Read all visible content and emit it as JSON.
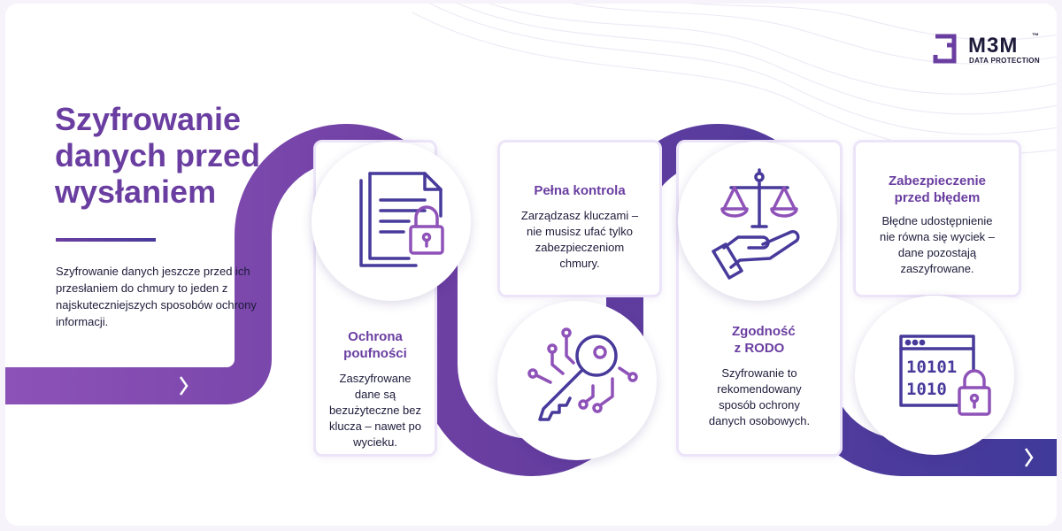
{
  "brand": {
    "name": "M3M",
    "trademark": "™",
    "tagline": "DATA PROTECTION"
  },
  "heading": {
    "title_lines": [
      "Szyfrowanie",
      "danych przed",
      "wysłaniem"
    ],
    "intro": "Szyfrowanie danych jeszcze przed ich przesłaniem do chmury to jeden z najskuteczniejszych sposobów ochrony informacji."
  },
  "steps": [
    {
      "icon": "locked-document-icon",
      "title": "Ochrona poufności",
      "text": "Zaszyfrowane dane są bezużyteczne bez klucza – nawet po wycieku."
    },
    {
      "icon": "digital-key-icon",
      "title": "Pełna kontrola",
      "text": "Zarządzasz kluczami – nie musisz ufać tylko zabezpieczeniom chmury."
    },
    {
      "icon": "scales-in-hand-icon",
      "title": "Zgodność z RODO",
      "text": "Szyfrowanie to rekomendowany sposób ochrony danych osobowych."
    },
    {
      "icon": "binary-window-lock-icon",
      "title": "Zabezpieczenie przed błędem",
      "text": "Błędne udostępnienie nie równa się wyciek – dane pozostają zaszyfrowane."
    }
  ],
  "binary_icon_text": [
    "10101",
    "1010"
  ],
  "colors": {
    "purple": "#6a3ea1",
    "indigo": "#473a9b",
    "navy": "#1d1b3a",
    "card_border": "#ece4f8"
  }
}
